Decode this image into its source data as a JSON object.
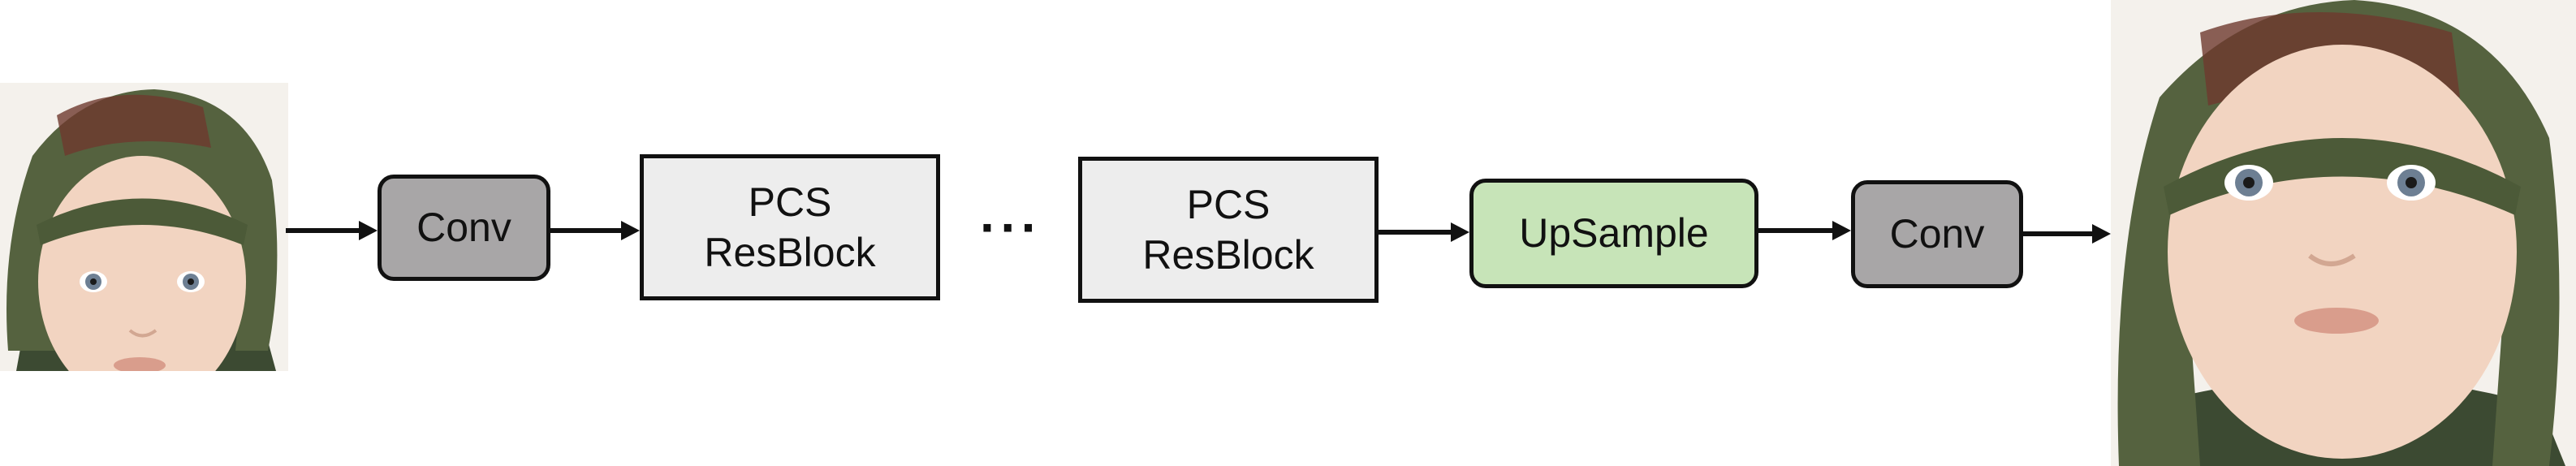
{
  "colors": {
    "conv_fill": "#a8a6a7",
    "resblock_fill": "#ededed",
    "upsample_fill": "#c7e4b8",
    "stroke": "#111111"
  },
  "input_image": {
    "icon": "baby-face-low-res-photo"
  },
  "output_image": {
    "icon": "baby-face-high-res-photo"
  },
  "nodes": {
    "conv1": {
      "label": "Conv"
    },
    "resblock1": {
      "line1": "PCS",
      "line2": "ResBlock"
    },
    "ellipsis": {
      "label": "···"
    },
    "resblock2": {
      "line1": "PCS",
      "line2": "ResBlock"
    },
    "upsample": {
      "label": "UpSample"
    },
    "conv2": {
      "label": "Conv"
    }
  }
}
